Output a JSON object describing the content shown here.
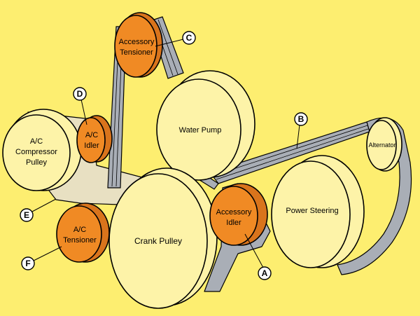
{
  "colors": {
    "background": "#fdee70",
    "pulley_fill": "#fdf3a8",
    "idler_fill": "#f08a24",
    "ac_belt_fill": "#e8e0c2",
    "main_belt_fill": "#a9aeb6"
  },
  "pulleys": {
    "accessory_tensioner": {
      "line1": "Accessory",
      "line2": "Tensioner"
    },
    "water_pump": {
      "line1": "Water Pump"
    },
    "ac_idler": {
      "line1": "A/C",
      "line2": "Idler"
    },
    "ac_compressor": {
      "line1": "A/C",
      "line2": "Compressor",
      "line3": "Pulley"
    },
    "alternator": {
      "line1": "Alternator"
    },
    "power_steering": {
      "line1": "Power Steering"
    },
    "accessory_idler": {
      "line1": "Accessory",
      "line2": "Idler"
    },
    "ac_tensioner": {
      "line1": "A/C",
      "line2": "Tensioner"
    },
    "crank": {
      "line1": "Crank Pulley"
    }
  },
  "callouts": {
    "a": "A",
    "b": "B",
    "c": "C",
    "d": "D",
    "e": "E",
    "f": "F"
  }
}
